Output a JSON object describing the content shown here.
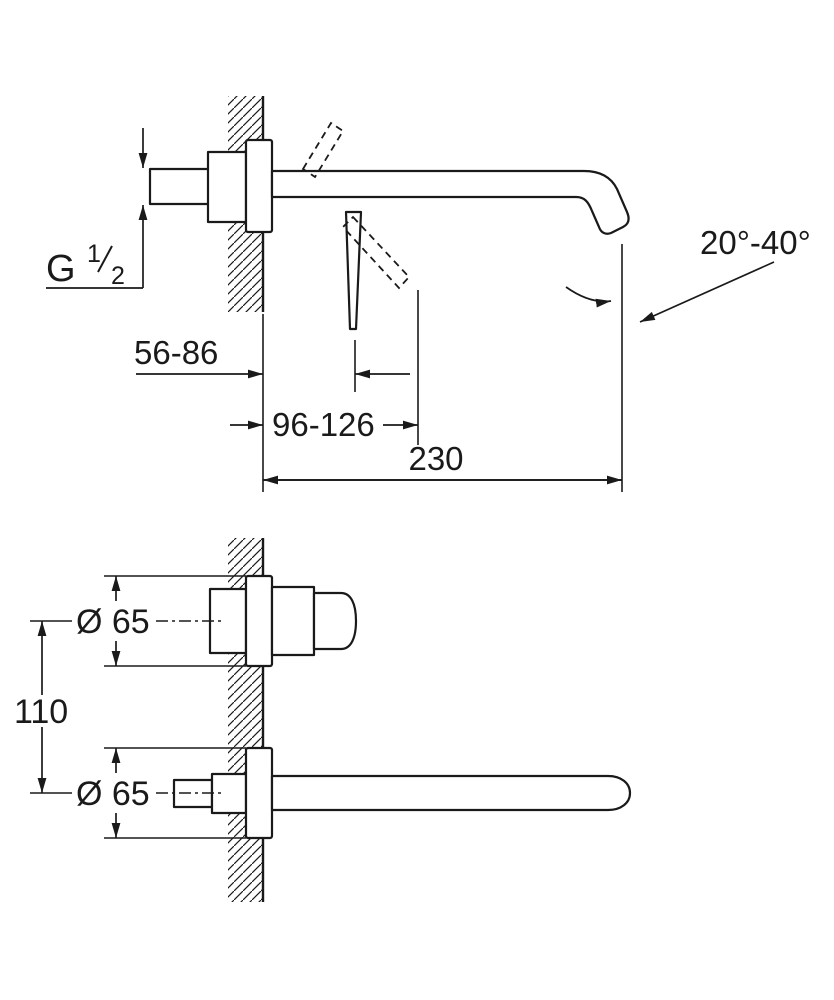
{
  "meta": {
    "background_color": "#ffffff",
    "line_color": "#1a1a1a",
    "drawing_type": "faucet installation dimensional drawing"
  },
  "side_view": {
    "labels": {
      "thread_g": "G",
      "thread_num": "1",
      "thread_den": "2",
      "spout_angle": "20°-40°",
      "dim_handle_depth": "56-86",
      "dim_handle_reach": "96-126",
      "dim_spout_length": "230"
    }
  },
  "front_view": {
    "labels": {
      "dia_handle_escutcheon": "Ø 65",
      "dim_vertical_spacing": "110",
      "dia_spout_escutcheon": "Ø 65"
    }
  }
}
